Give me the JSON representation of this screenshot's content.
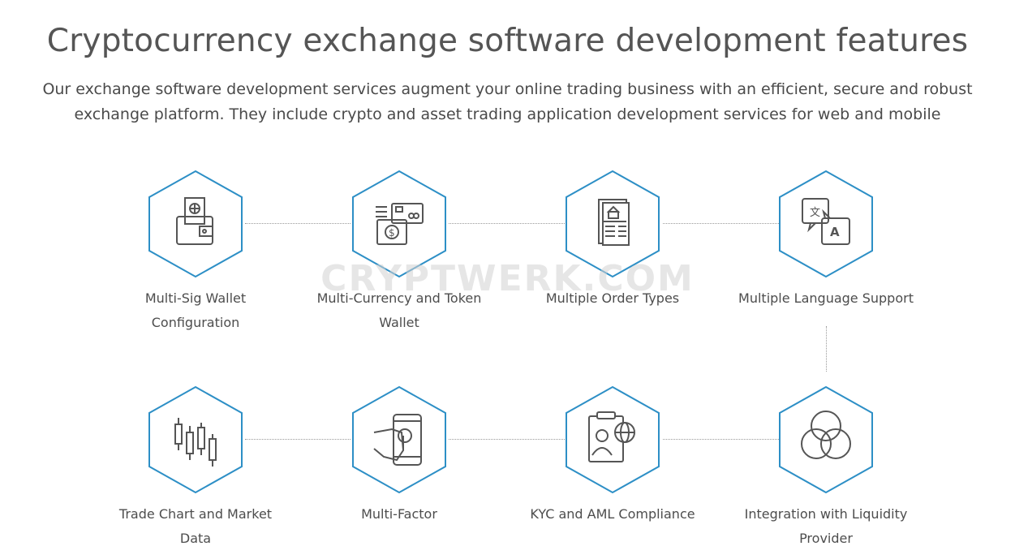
{
  "title": "Cryptocurrency exchange software development features",
  "subtitle": "Our exchange software development services augment your online trading business with an efficient, secure and robust exchange platform. They include crypto and asset trading application development services for web and mobile",
  "watermark": "CRYPTWERK.COM",
  "colors": {
    "hex_stroke": "#2d8fc6",
    "icon_stroke": "#555555",
    "text": "#4d4d4d"
  },
  "features": [
    {
      "label_line1": "Multi-Sig Wallet",
      "label_line2": "Configuration",
      "icon": "wallet-icon"
    },
    {
      "label_line1": "Multi-Currency and Token",
      "label_line2": "Wallet",
      "icon": "card-dollar-icon"
    },
    {
      "label_line1": "Multiple Order Types",
      "label_line2": "",
      "icon": "order-document-icon"
    },
    {
      "label_line1": "Multiple Language Support",
      "label_line2": "",
      "icon": "translate-icon"
    },
    {
      "label_line1": "Trade Chart and Market",
      "label_line2": "Data",
      "icon": "candlestick-chart-icon"
    },
    {
      "label_line1": "Multi-Factor",
      "label_line2": "",
      "icon": "phone-touch-icon"
    },
    {
      "label_line1": "KYC and AML Compliance",
      "label_line2": "",
      "icon": "id-globe-icon"
    },
    {
      "label_line1": "Integration with Liquidity",
      "label_line2": "Provider",
      "icon": "venn-circles-icon"
    }
  ]
}
